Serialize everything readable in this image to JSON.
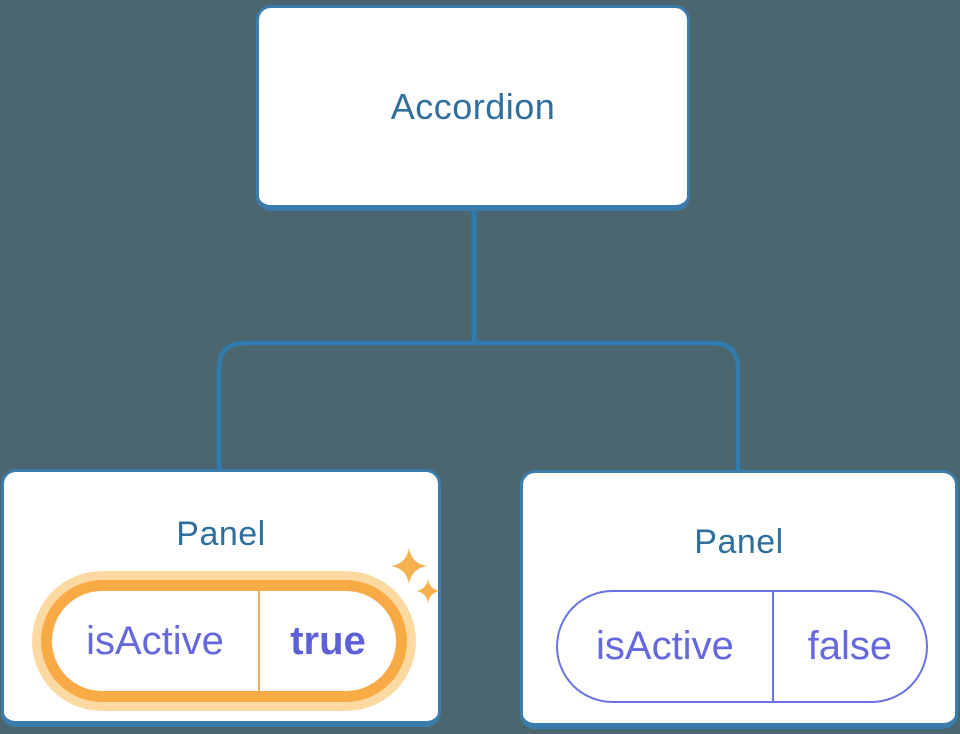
{
  "diagram": {
    "title": "component-state-tree",
    "root": {
      "label": "Accordion"
    },
    "children": [
      {
        "label": "Panel",
        "state": {
          "key": "isActive",
          "value": "true"
        },
        "highlighted": true,
        "icon": "sparkles-icon",
        "icon_glyph": "✦"
      },
      {
        "label": "Panel",
        "state": {
          "key": "isActive",
          "value": "false"
        },
        "highlighted": false
      }
    ]
  },
  "colors": {
    "background": "#4c6670",
    "node_fill": "#ffffff",
    "node_border": "#3a7dac",
    "connector_line": "#2e7cb0",
    "node_text": "#2f6f9e",
    "state_text": "#6569dd",
    "state_border_default": "#6973e2",
    "highlight_border": "#f8ab45",
    "highlight_glow": "#fcd9a0",
    "highlight_divider": "#efae55",
    "sparkle": "#f6b14f"
  }
}
